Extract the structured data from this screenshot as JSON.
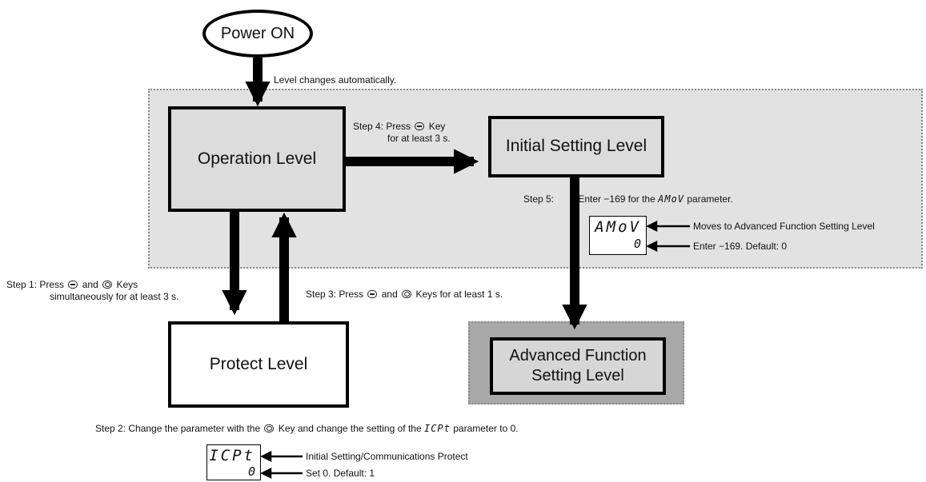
{
  "nodes": {
    "power_on": "Power ON",
    "operation": "Operation Level",
    "initial": "Initial Setting Level",
    "protect": "Protect Level",
    "advanced_line1": "Advanced Function",
    "advanced_line2": "Setting Level"
  },
  "annotations": {
    "auto": "Level changes automatically.",
    "step4_pre": "Step 4:  Press",
    "step4_post": "Key",
    "step4_line2": "for at least 3 s.",
    "step5_label": "Step 5:",
    "step5_text_pre": "Enter −169 for the",
    "step5_param": "AMoV",
    "step5_text_post": "parameter.",
    "step1_pre": "Step 1:  Press",
    "step1_mid": "and",
    "step1_post": "Keys",
    "step1_line2": "simultaneously for at least 3 s.",
    "step3_pre": "Step 3: Press",
    "step3_mid": "and",
    "step3_post": "Keys for at least 1 s.",
    "step2_pre": "Step 2: Change the parameter with the",
    "step2_mid": "Key and change the setting of the",
    "step2_param": "ICPt",
    "step2_post": "parameter to 0."
  },
  "display_amov": {
    "line1": "AMoV",
    "line2": "0",
    "callout1": "Moves to Advanced Function Setting Level",
    "callout2": "Enter −169. Default: 0"
  },
  "display_icpt": {
    "line1": "ICPt",
    "line2": "0",
    "callout1": "Initial Setting/Communications Protect",
    "callout2": "Set 0. Default: 1"
  },
  "icons": {
    "mode_key": "mode-key-icon",
    "cycle_key": "down-key-icon"
  },
  "colors": {
    "region_fill": "#e2e2e2",
    "box_fill": "#dcdcdc",
    "advanced_fill": "#a8a8a8",
    "line": "#000000"
  }
}
